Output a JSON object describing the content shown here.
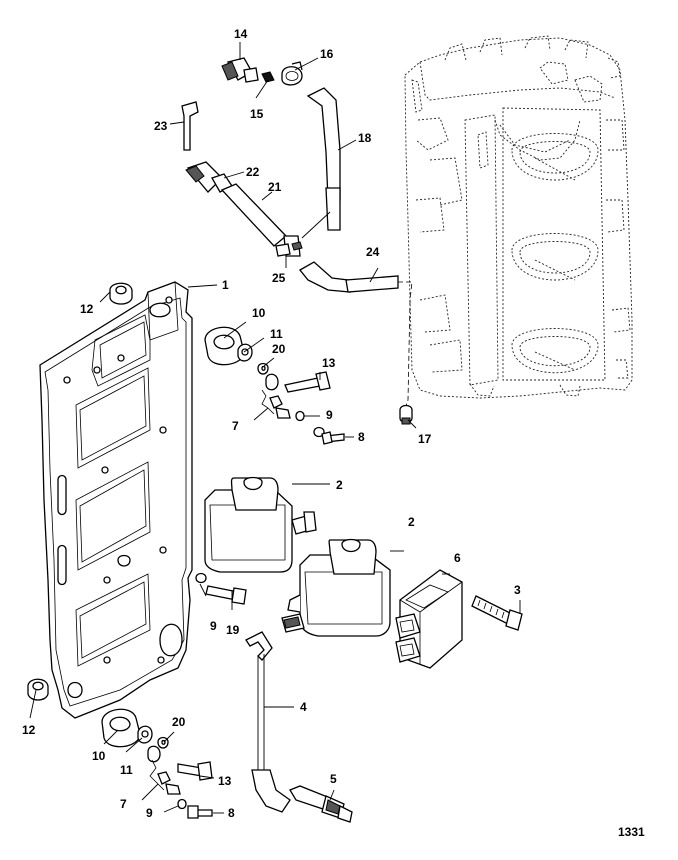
{
  "figure_number": "1331",
  "callouts": [
    "1",
    "2",
    "2",
    "3",
    "4",
    "5",
    "6",
    "7",
    "7",
    "8",
    "8",
    "9",
    "9",
    "9",
    "10",
    "10",
    "11",
    "11",
    "12",
    "12",
    "13",
    "13",
    "14",
    "15",
    "16",
    "17",
    "18",
    "19",
    "20",
    "20",
    "21",
    "22",
    "23",
    "24",
    "25"
  ]
}
